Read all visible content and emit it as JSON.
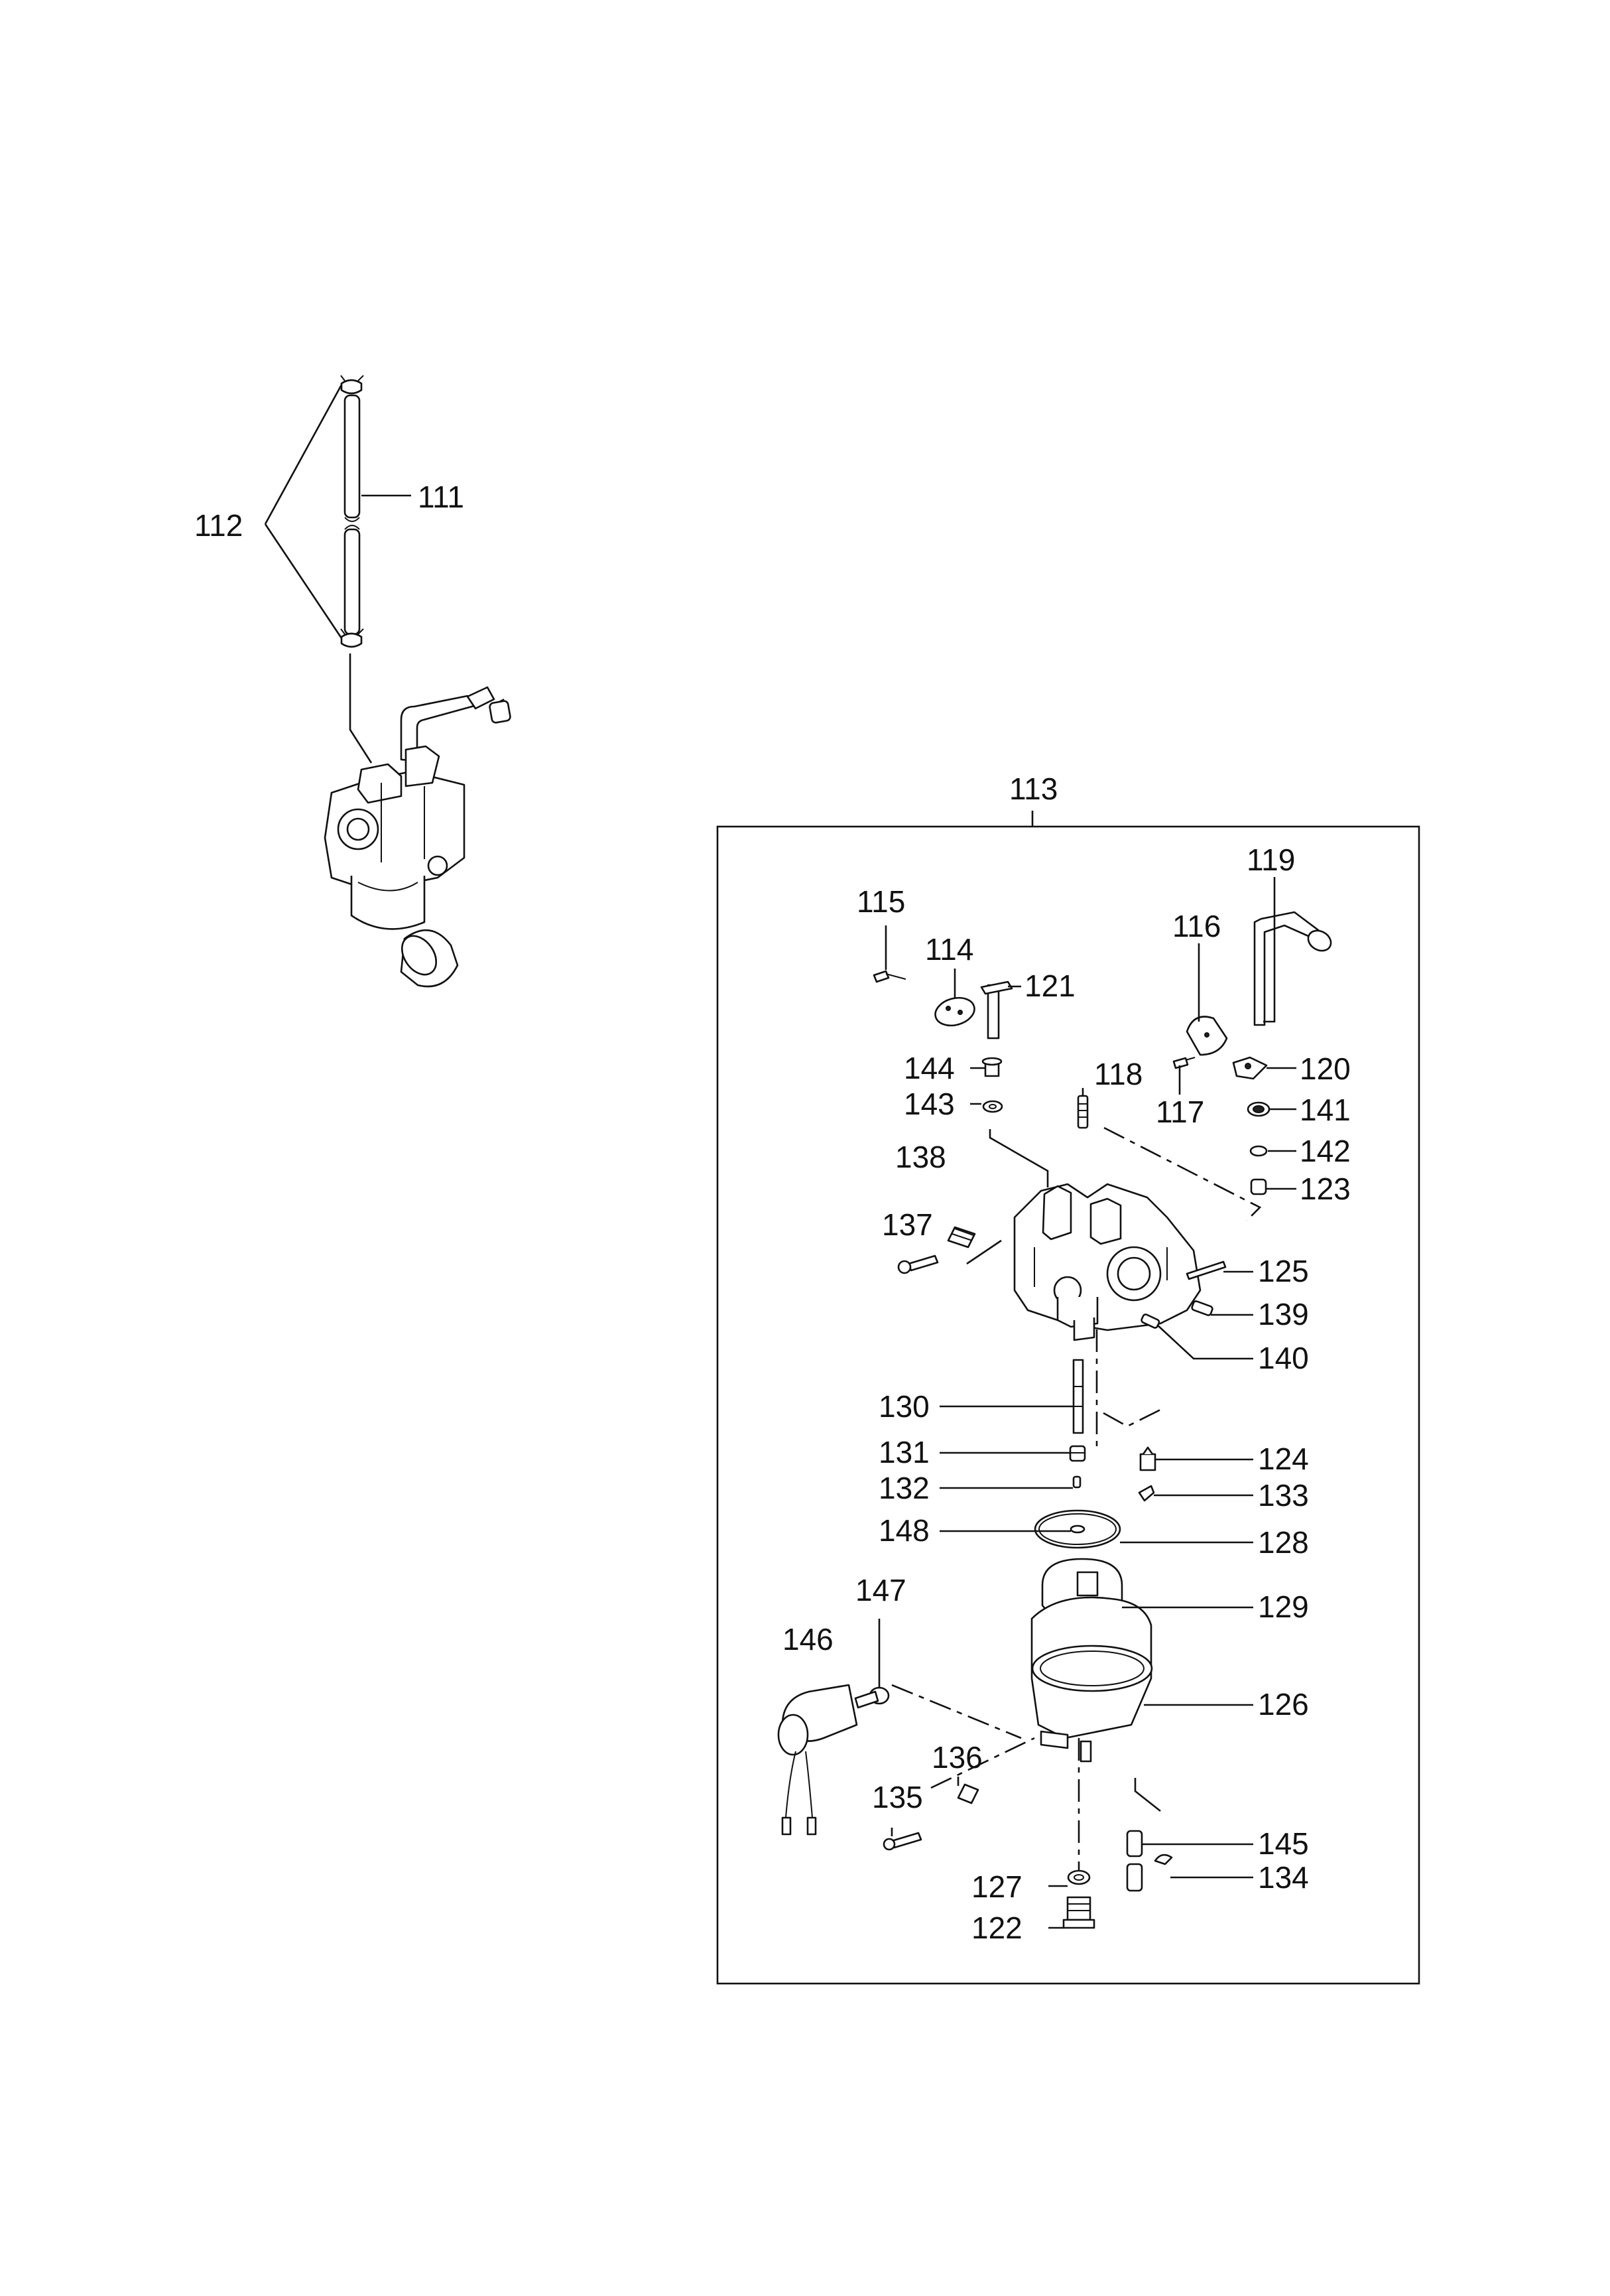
{
  "labels": {
    "l111": "111",
    "l112": "112",
    "l113": "113",
    "l114": "114",
    "l115": "115",
    "l116": "116",
    "l117": "117",
    "l118": "118",
    "l119": "119",
    "l120": "120",
    "l121": "121",
    "l122": "122",
    "l123": "123",
    "l124": "124",
    "l125": "125",
    "l126": "126",
    "l127": "127",
    "l128": "128",
    "l129": "129",
    "l130": "130",
    "l131": "131",
    "l132": "132",
    "l133": "133",
    "l134": "134",
    "l135": "135",
    "l136": "136",
    "l137": "137",
    "l138": "138",
    "l139": "139",
    "l140": "140",
    "l141": "141",
    "l142": "142",
    "l143": "143",
    "l144": "144",
    "l145": "145",
    "l146": "146",
    "l147": "147",
    "l148": "148"
  }
}
